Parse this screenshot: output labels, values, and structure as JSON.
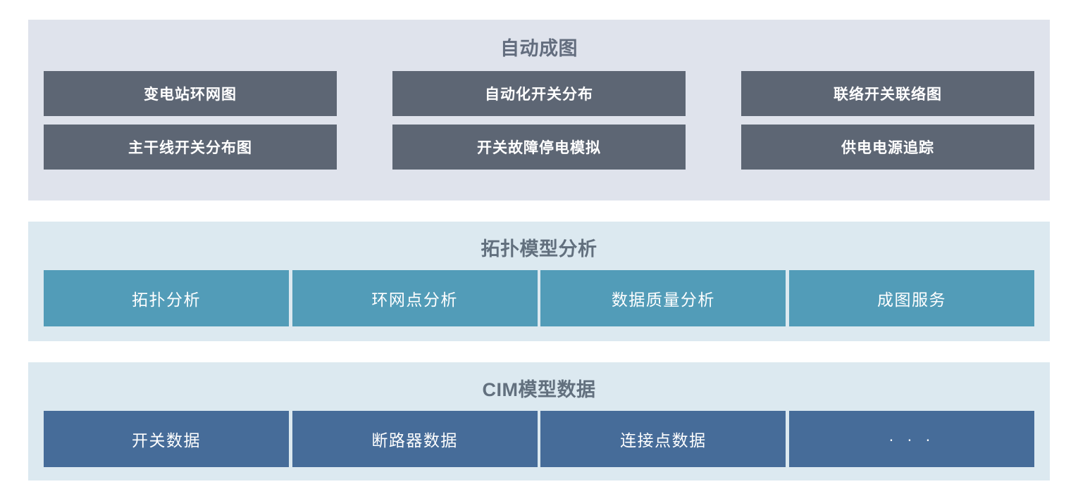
{
  "panels": [
    {
      "id": "auto-mapping",
      "title": "自动成图",
      "rows": [
        {
          "items": [
            {
              "label": "变电站环网图"
            },
            {
              "label": "自动化开关分布"
            },
            {
              "label": "联络开关联络图"
            }
          ]
        },
        {
          "items": [
            {
              "label": "主干线开关分布图"
            },
            {
              "label": "开关故障停电模拟"
            },
            {
              "label": "供电电源追踪"
            }
          ]
        }
      ]
    },
    {
      "id": "topology",
      "title": "拓扑模型分析",
      "rows": [
        {
          "items": [
            {
              "label": "拓扑分析"
            },
            {
              "label": "环网点分析"
            },
            {
              "label": "数据质量分析"
            },
            {
              "label": "成图服务"
            }
          ]
        }
      ]
    },
    {
      "id": "cim",
      "title": "CIM模型数据",
      "rows": [
        {
          "items": [
            {
              "label": "开关数据"
            },
            {
              "label": "断路器数据"
            },
            {
              "label": "连接点数据"
            },
            {
              "label": "· · ·"
            }
          ]
        }
      ]
    }
  ],
  "colors": {
    "panel_auto_bg": "#dfe3ec",
    "panel_topology_bg": "#dce9f0",
    "panel_cim_bg": "#dce9f0",
    "button_auto": "#5d6674",
    "button_topology": "#529cb8",
    "button_cim": "#466c99",
    "title_text": "#636d7e",
    "button_text": "#ffffff",
    "page_bg": "#ffffff"
  }
}
